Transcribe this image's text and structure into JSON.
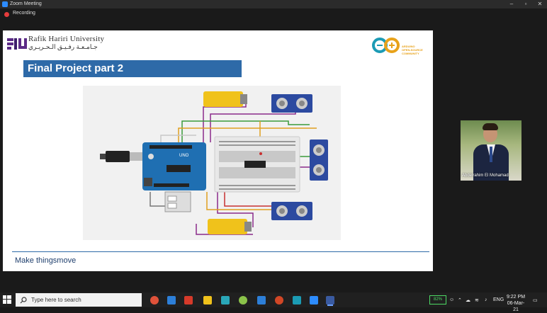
{
  "window": {
    "title": "Zoom Meeting",
    "recording_label": "Recording"
  },
  "slide": {
    "university_en": "Rafik Hariri University",
    "university_ar": "جـامـعـة رفـيـق الـحـريـري",
    "title": "Final Project part 2",
    "footer": "Make thingsmove",
    "arduino_community": [
      "ARDUINO",
      "OPEN-SOURCE",
      "COMMUNITY"
    ],
    "board_label": "UNO"
  },
  "participant": {
    "name": "Abdelrahim El Mohamad"
  },
  "taskbar": {
    "search_placeholder": "Type here to search",
    "battery": "82%",
    "language": "ENG",
    "time": "9:22 PM",
    "date": "06-Mar-21"
  },
  "colors": {
    "banner": "#2e6aa8",
    "recording": "#e63c3c",
    "zoom": "#2d8cff"
  }
}
